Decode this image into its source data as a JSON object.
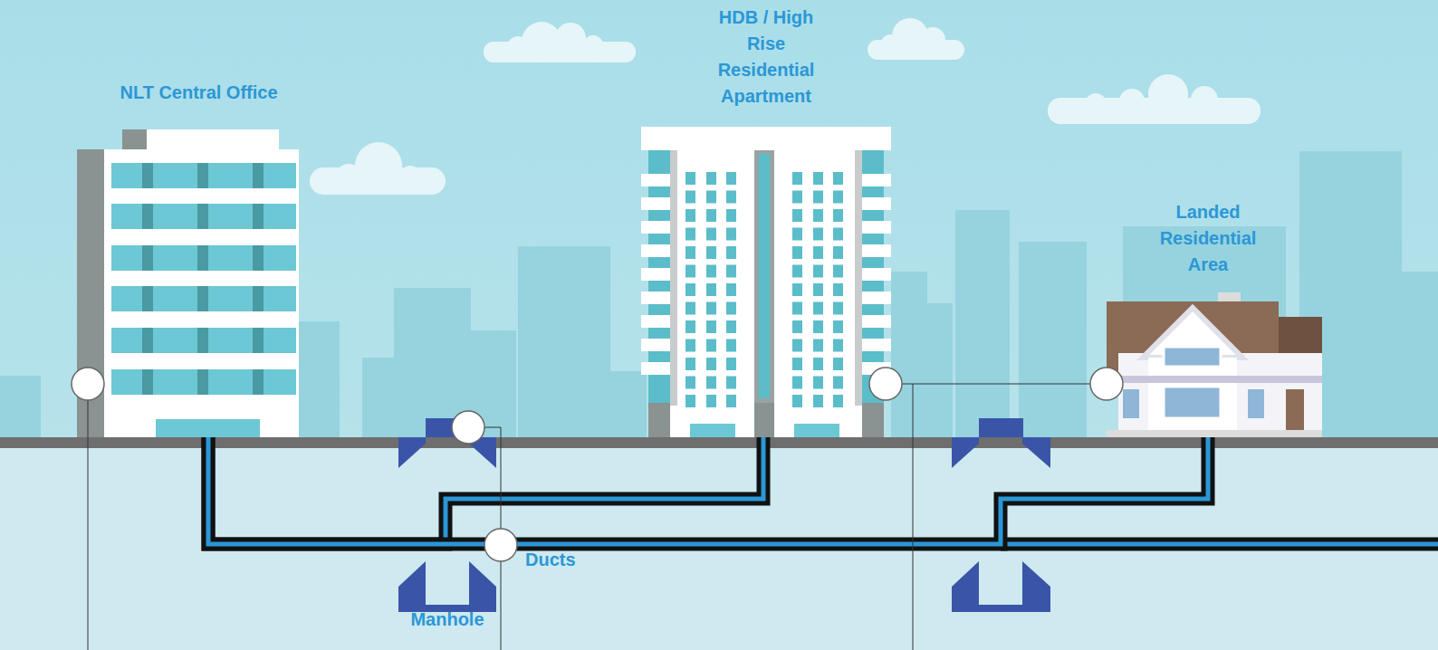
{
  "diagram": {
    "nodes": [
      {
        "text": [
          "NLT Central Office"
        ]
      },
      {
        "text": [
          "HDB / High Rise Residential Apartment"
        ]
      },
      {
        "text": [
          "Landed Residential Area"
        ]
      }
    ],
    "edges": [
      {
        "from": 0,
        "to": 1,
        "arrow": "none"
      },
      {
        "from": 0,
        "to": 2,
        "arrow": "none"
      }
    ],
    "labels": [
      "Ducts",
      "Manhole"
    ]
  }
}
